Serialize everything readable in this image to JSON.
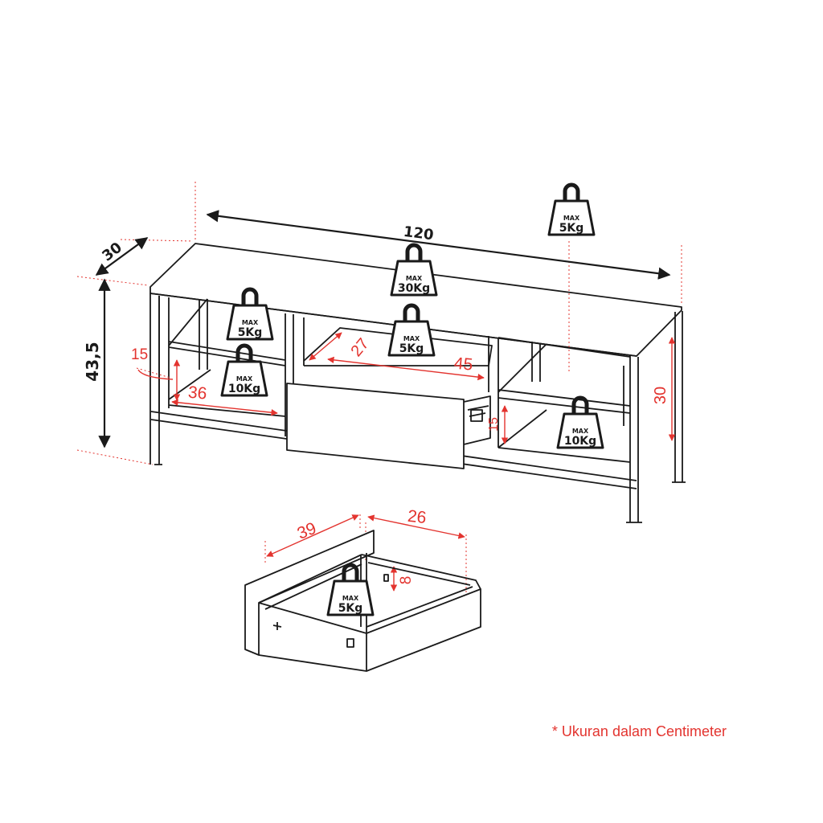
{
  "dimensions": {
    "width_total": "120",
    "depth": "30",
    "height_total": "43,5",
    "shelf_height_left": "15",
    "shelf_depth_left": "36",
    "middle_depth": "27",
    "middle_width": "45",
    "right_inner_height": "30",
    "right_shelf_height": "15",
    "drawer_depth": "39",
    "drawer_width": "26",
    "drawer_height": "8"
  },
  "weights": {
    "max_label": "MAX",
    "top": "5Kg",
    "center_top": "30Kg",
    "left_upper": "5Kg",
    "left_lower": "10Kg",
    "middle": "5Kg",
    "right_lower": "10Kg",
    "drawer": "5Kg"
  },
  "footnote": "* Ukuran dalam Centimeter",
  "colors": {
    "line": "#1a1a1a",
    "accent": "#e3342f"
  }
}
